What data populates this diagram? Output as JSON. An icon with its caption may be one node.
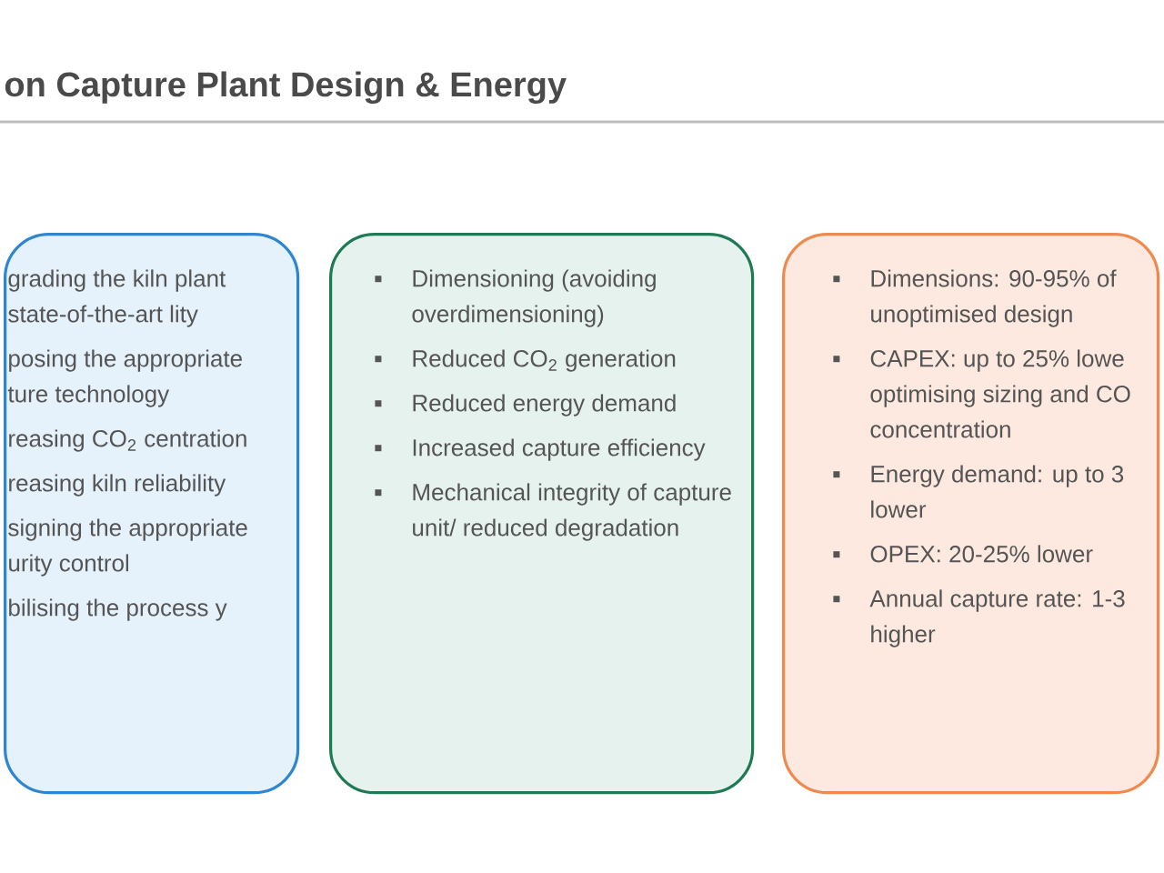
{
  "diagram": {
    "title": "on Capture Plant Design & Energy",
    "nodes": [
      {
        "text": [
          "grading the kiln plant state-of-the-art lity",
          "posing the appropriate ture technology",
          "reasing CO$_{2}$ centration",
          "reasing kiln reliability",
          "signing the appropriate urity control",
          "bilising the process y"
        ]
      },
      {
        "text": [
          "Dimensioning (avoiding overdimensioning)",
          "Reduced CO$_{2}$ generation",
          "Reduced energy demand",
          "Increased capture efficiency",
          "Mechanical integrity of capture unit/ reduced degradation"
        ]
      },
      {
        "text": [
          "Dimensions: 90-95% of unoptimised design",
          "CAPEX: up to 25% lowe optimising sizing and CO concentration",
          "Energy demand: up to 3 lower",
          "OPEX: 20-25% lower",
          "Annual capture rate: 1-3 higher"
        ]
      }
    ]
  }
}
